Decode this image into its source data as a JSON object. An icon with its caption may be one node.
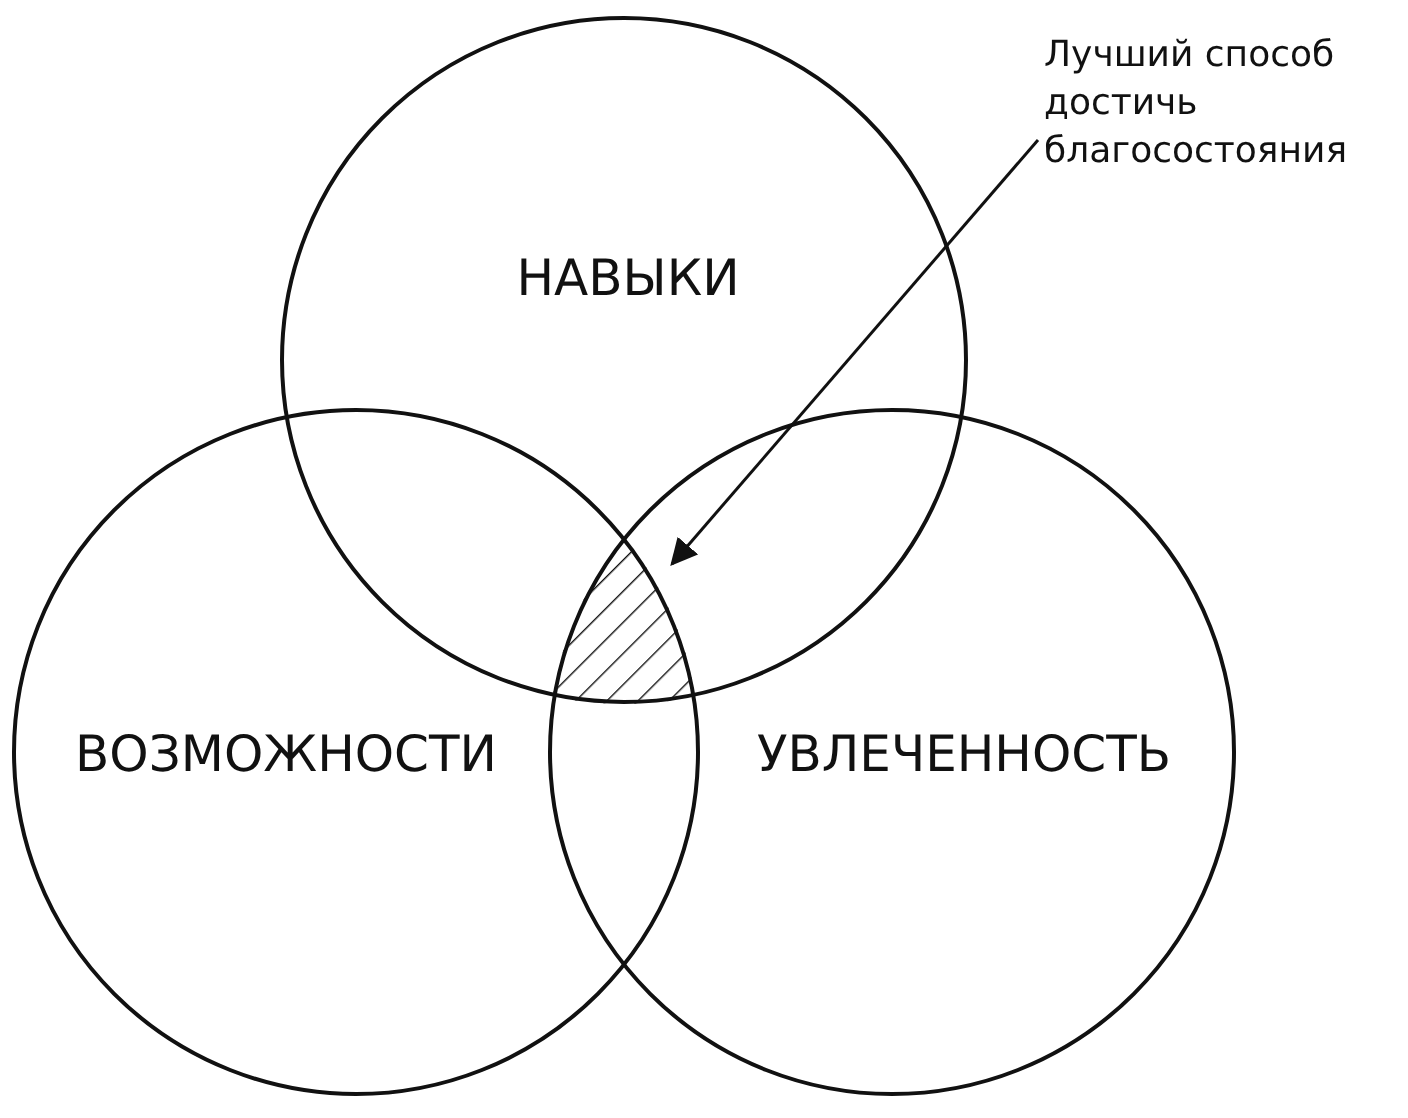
{
  "diagram": {
    "nodes": [
      {
        "text": [
          "НАВЫКИ"
        ]
      },
      {
        "text": [
          "ВОЗМОЖНОСТИ"
        ]
      },
      {
        "text": [
          "УВЛЕЧЕННОСТЬ"
        ]
      },
      {
        "text": [
          "Лучший способ достичь благосостояния"
        ]
      },
      {
        "text": [],
        "shape": "region"
      }
    ],
    "edges": [
      {
        "from": 3,
        "to": 4,
        "arrow": "to"
      }
    ]
  }
}
